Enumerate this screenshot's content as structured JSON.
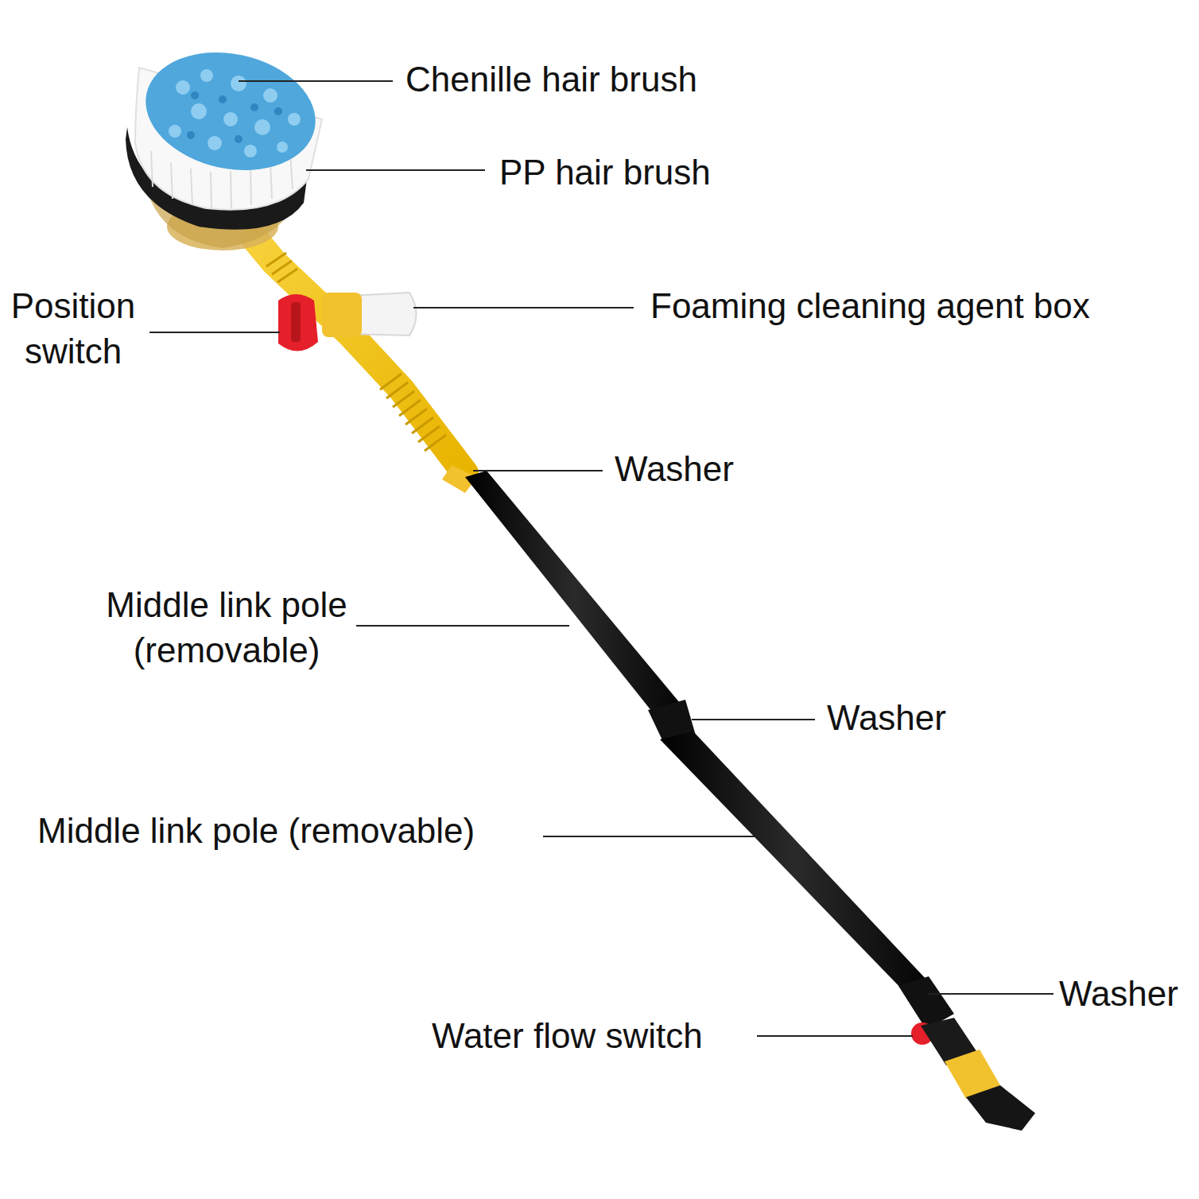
{
  "diagram": {
    "labels": [
      "Chenille hair brush",
      "PP hair brush",
      "Position switch",
      "Foaming cleaning agent box",
      "Washer",
      "Middle link pole (removable)",
      "Washer",
      "Middle link pole (removable)",
      "Washer",
      "Water flow switch"
    ]
  }
}
